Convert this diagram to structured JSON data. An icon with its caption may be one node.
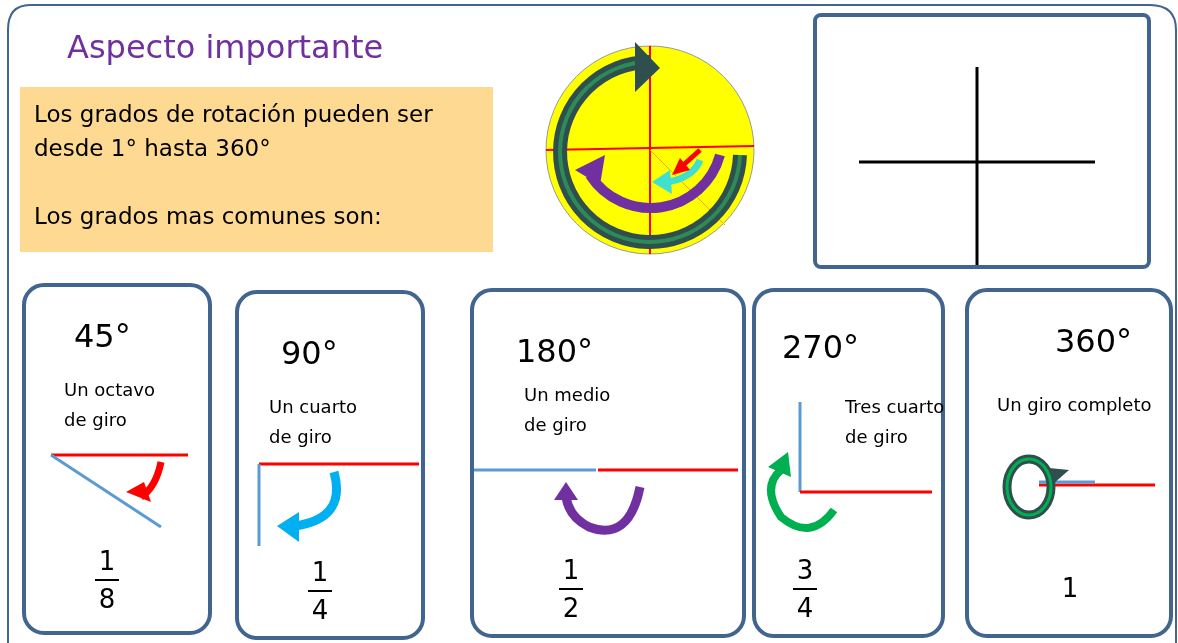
{
  "diagram": {
    "title": "Aspecto importante",
    "nodes": [
      {
        "text": [
          "Los grados de rotación pueden ser desde 1° hasta 360°",
          "Los grados mas comunes son:"
        ]
      },
      {
        "text": [],
        "shape": "box"
      },
      {
        "text": [
          "45°",
          "Un octavo de giro",
          "1",
          "8"
        ]
      },
      {
        "text": [
          "90°",
          "Un cuarto de giro",
          "1",
          "4"
        ]
      },
      {
        "text": [
          "180°",
          "Un medio de giro",
          "1",
          "2"
        ]
      },
      {
        "text": [
          "270°",
          "Tres cuarto de giro",
          "3",
          "4"
        ]
      },
      {
        "text": [
          "360°",
          "Un giro completo",
          "1"
        ]
      }
    ],
    "edges": []
  }
}
